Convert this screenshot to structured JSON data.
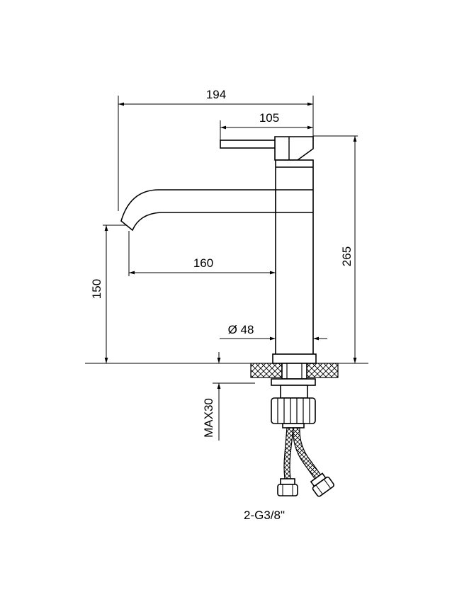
{
  "diagram": {
    "dimensions": {
      "total_width": "194",
      "lever_length": "105",
      "spout_reach": "160",
      "spout_height": "150",
      "total_height": "265",
      "body_diameter": "Ø 48",
      "max_deck_thickness": "MAX30",
      "connection": "2-G3/8\""
    },
    "colors": {
      "line": "#000000",
      "background": "#ffffff"
    }
  }
}
